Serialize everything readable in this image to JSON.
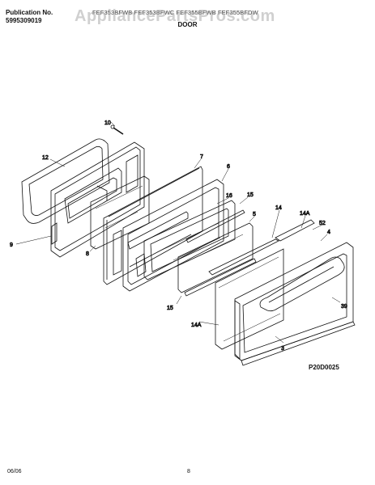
{
  "header": {
    "publication_label": "Publication No.",
    "publication_number": "5995309019",
    "models": "FEF353BFWB FEF353BFWC FEF355BFWB FEF355BFDW",
    "section_title": "DOOR"
  },
  "watermark": "AppliancePartsPros.com",
  "diagram_code": "P20D0025",
  "footer": {
    "date": "06/06",
    "page": "8"
  },
  "callouts": {
    "c10": "10",
    "c12": "12",
    "c7": "7",
    "c6": "6",
    "c16": "16",
    "c15a": "15",
    "c5": "5",
    "c14": "14",
    "c14A_a": "14A",
    "c52": "52",
    "c4": "4",
    "c9": "9",
    "c8": "8",
    "c15b": "15",
    "c14A_b": "14A",
    "c39": "39",
    "c3": "3"
  }
}
